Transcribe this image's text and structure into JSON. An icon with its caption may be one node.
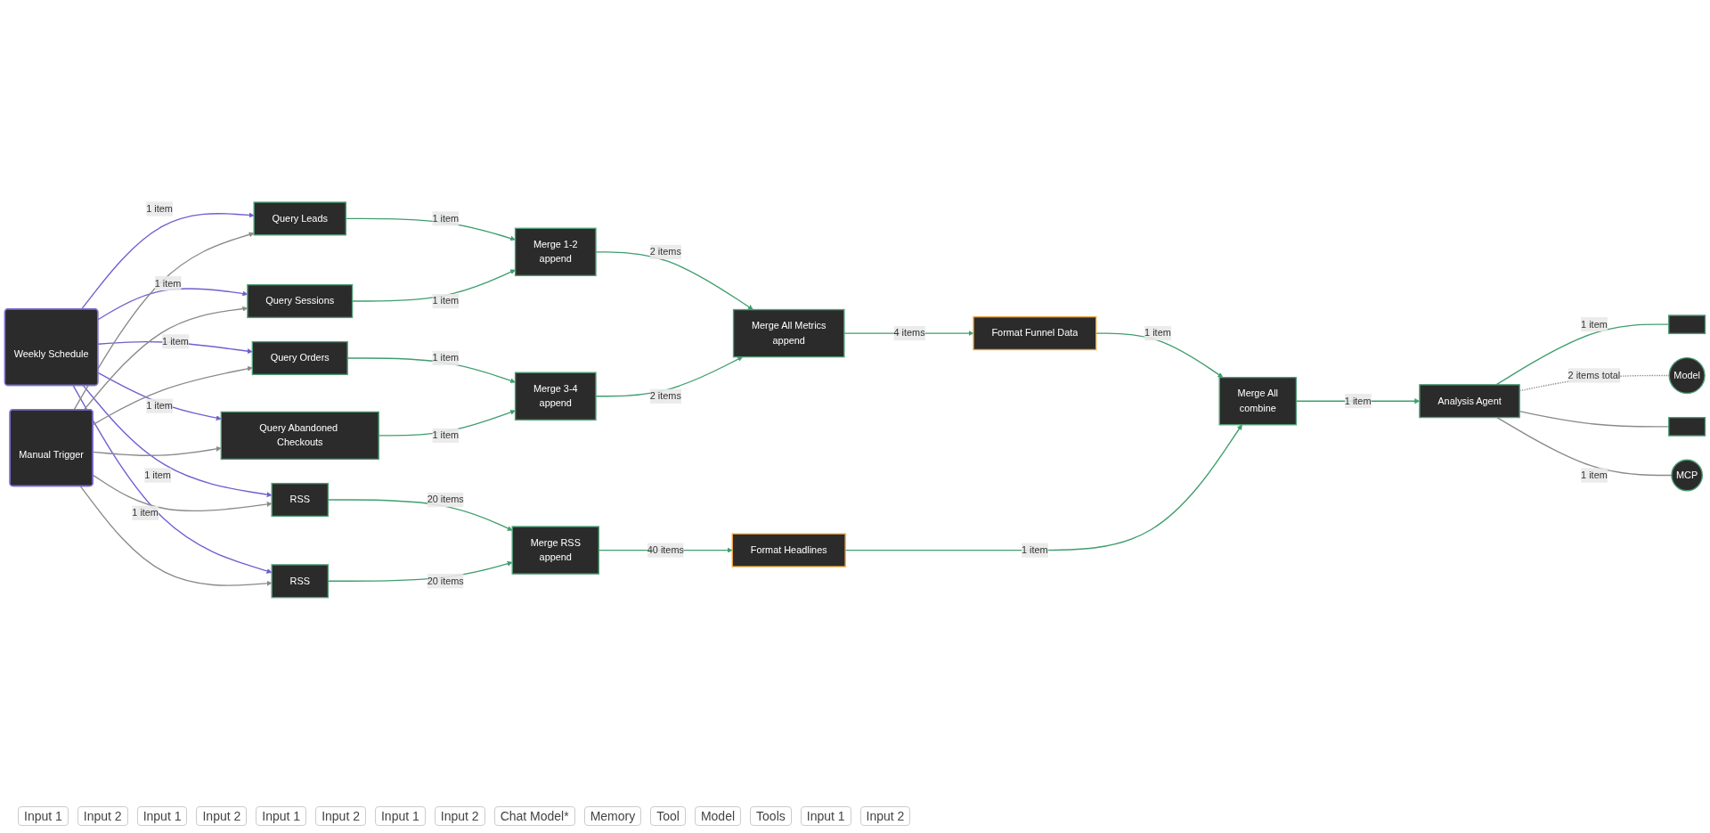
{
  "diagram": {
    "nodes": [
      {
        "text": [
          "Weekly Schedule"
        ]
      },
      {
        "text": [
          "Manual Trigger"
        ]
      },
      {
        "text": [
          "Query Leads"
        ]
      },
      {
        "text": [
          "Query Sessions"
        ]
      },
      {
        "text": [
          "Query Orders"
        ]
      },
      {
        "text": [
          "Query Abandoned Checkouts"
        ]
      },
      {
        "text": [
          "RSS"
        ]
      },
      {
        "text": [
          "RSS"
        ]
      },
      {
        "text": [
          "Merge 1-2",
          "append"
        ]
      },
      {
        "text": [
          "Merge 3-4",
          "append"
        ]
      },
      {
        "text": [
          "Merge RSS",
          "append"
        ]
      },
      {
        "text": [
          "Merge All Metrics",
          "append"
        ]
      },
      {
        "text": [
          "Format Funnel Data"
        ]
      },
      {
        "text": [
          "Format Headlines"
        ]
      },
      {
        "text": [
          "Merge All",
          "combine"
        ]
      },
      {
        "text": [
          "Analysis Agent"
        ]
      },
      {
        "text": [
          "Model"
        ]
      },
      {
        "text": [
          "MCP"
        ]
      },
      {
        "text": [],
        "shape": "box"
      },
      {
        "text": [],
        "shape": "box"
      }
    ],
    "edges": [
      {
        "from": 0,
        "to": 2,
        "arrow": "to",
        "label": "1 item",
        "color": "#6f5fd0"
      },
      {
        "from": 0,
        "to": 3,
        "arrow": "to",
        "label": "1 item",
        "color": "#6f5fd0"
      },
      {
        "from": 0,
        "to": 4,
        "arrow": "to",
        "label": "1 item",
        "color": "#6f5fd0"
      },
      {
        "from": 0,
        "to": 5,
        "arrow": "to",
        "label": "1 item",
        "color": "#6f5fd0"
      },
      {
        "from": 0,
        "to": 6,
        "arrow": "to",
        "label": "1 item",
        "color": "#6f5fd0"
      },
      {
        "from": 0,
        "to": 7,
        "arrow": "to",
        "label": "1 item",
        "color": "#6f5fd0"
      },
      {
        "from": 1,
        "to": 2,
        "arrow": "to",
        "color": "#8a8a8a"
      },
      {
        "from": 1,
        "to": 3,
        "arrow": "to",
        "color": "#8a8a8a"
      },
      {
        "from": 1,
        "to": 4,
        "arrow": "to",
        "color": "#8a8a8a"
      },
      {
        "from": 1,
        "to": 5,
        "arrow": "to",
        "color": "#8a8a8a"
      },
      {
        "from": 1,
        "to": 6,
        "arrow": "to",
        "color": "#8a8a8a"
      },
      {
        "from": 1,
        "to": 7,
        "arrow": "to",
        "color": "#8a8a8a"
      },
      {
        "from": 2,
        "to": 8,
        "arrow": "to",
        "label": "1 item"
      },
      {
        "from": 3,
        "to": 8,
        "arrow": "to",
        "label": "1 item"
      },
      {
        "from": 4,
        "to": 9,
        "arrow": "to",
        "label": "1 item"
      },
      {
        "from": 5,
        "to": 9,
        "arrow": "to",
        "label": "1 item"
      },
      {
        "from": 6,
        "to": 10,
        "arrow": "to",
        "label": "20 items"
      },
      {
        "from": 7,
        "to": 10,
        "arrow": "to",
        "label": "20 items"
      },
      {
        "from": 8,
        "to": 11,
        "arrow": "to",
        "label": "2 items"
      },
      {
        "from": 9,
        "to": 11,
        "arrow": "to",
        "label": "2 items"
      },
      {
        "from": 11,
        "to": 12,
        "arrow": "to",
        "label": "4 items"
      },
      {
        "from": 10,
        "to": 13,
        "arrow": "to",
        "label": "40 items"
      },
      {
        "from": 12,
        "to": 14,
        "arrow": "to",
        "label": "1 item"
      },
      {
        "from": 13,
        "to": 14,
        "arrow": "to",
        "label": "1 item"
      },
      {
        "from": 14,
        "to": 15,
        "arrow": "to",
        "label": "1 item"
      },
      {
        "from": 15,
        "to": 18,
        "arrow": "none",
        "label": "1 item"
      },
      {
        "from": 15,
        "to": 16,
        "arrow": "none",
        "label": "2 items total",
        "style": "dashed",
        "color": "#8a8a8a"
      },
      {
        "from": 15,
        "to": 19,
        "arrow": "none",
        "color": "#8a8a8a"
      },
      {
        "from": 15,
        "to": 17,
        "arrow": "none",
        "label": "1 item",
        "color": "#8a8a8a"
      }
    ],
    "labels": [
      "Input 1",
      "Input 2",
      "Input 1",
      "Input 2",
      "Input 1",
      "Input 2",
      "Input 1",
      "Input 2",
      "Chat Model*",
      "Memory",
      "Tool",
      "Model",
      "Tools",
      "Input 1",
      "Input 2"
    ]
  }
}
